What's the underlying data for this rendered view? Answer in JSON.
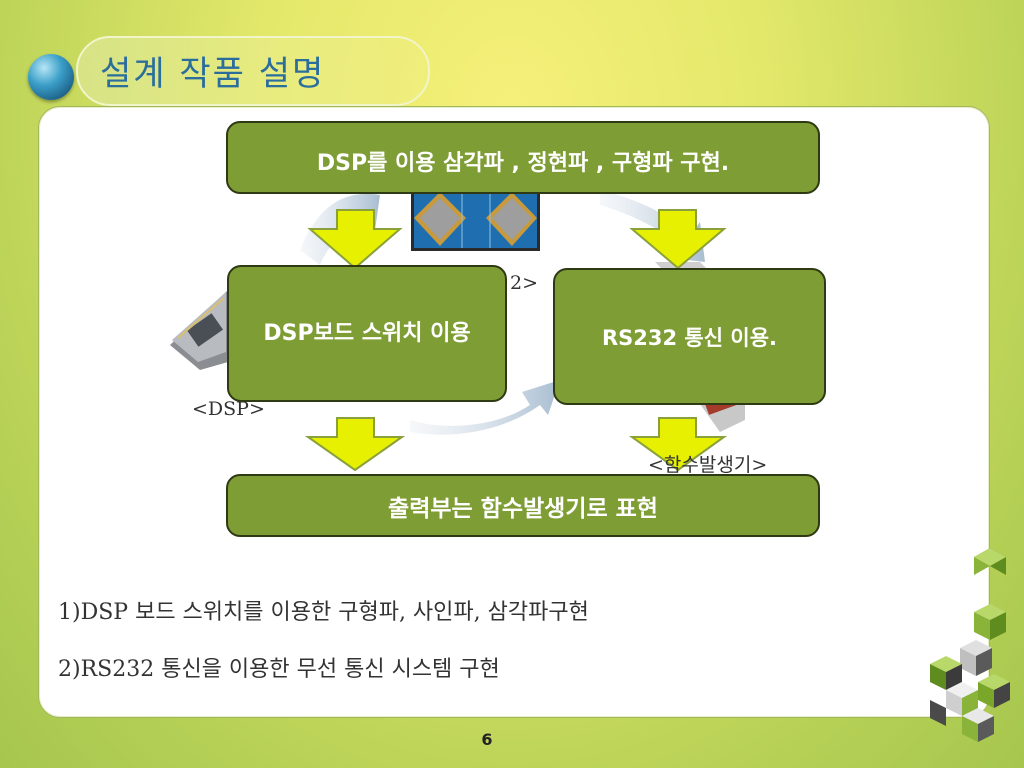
{
  "slide": {
    "title": "설계 작품 설명",
    "page_number": "6"
  },
  "diagram": {
    "top_box": "DSP를 이용 삼각파 , 정현파 , 구형파 구현.",
    "left_box": "DSP보드 스위치 이용",
    "right_box": "RS232 통신 이용.",
    "bottom_box": "출력부는 함수발생기로 표현",
    "caption_dsp": "<DSP>",
    "caption_rs232_partial": "2>",
    "caption_generator": "<함수발생기>"
  },
  "description": {
    "line1": "1)DSP 보드 스위치를 이용한 구형파, 사인파, 삼각파구현",
    "line2": "2)RS232 통신을 이용한 무선 통신 시스템 구현"
  },
  "colors": {
    "box_fill": "#7f9d35",
    "arrow_fill": "#e6f000",
    "title_color": "#2b6e9c"
  }
}
